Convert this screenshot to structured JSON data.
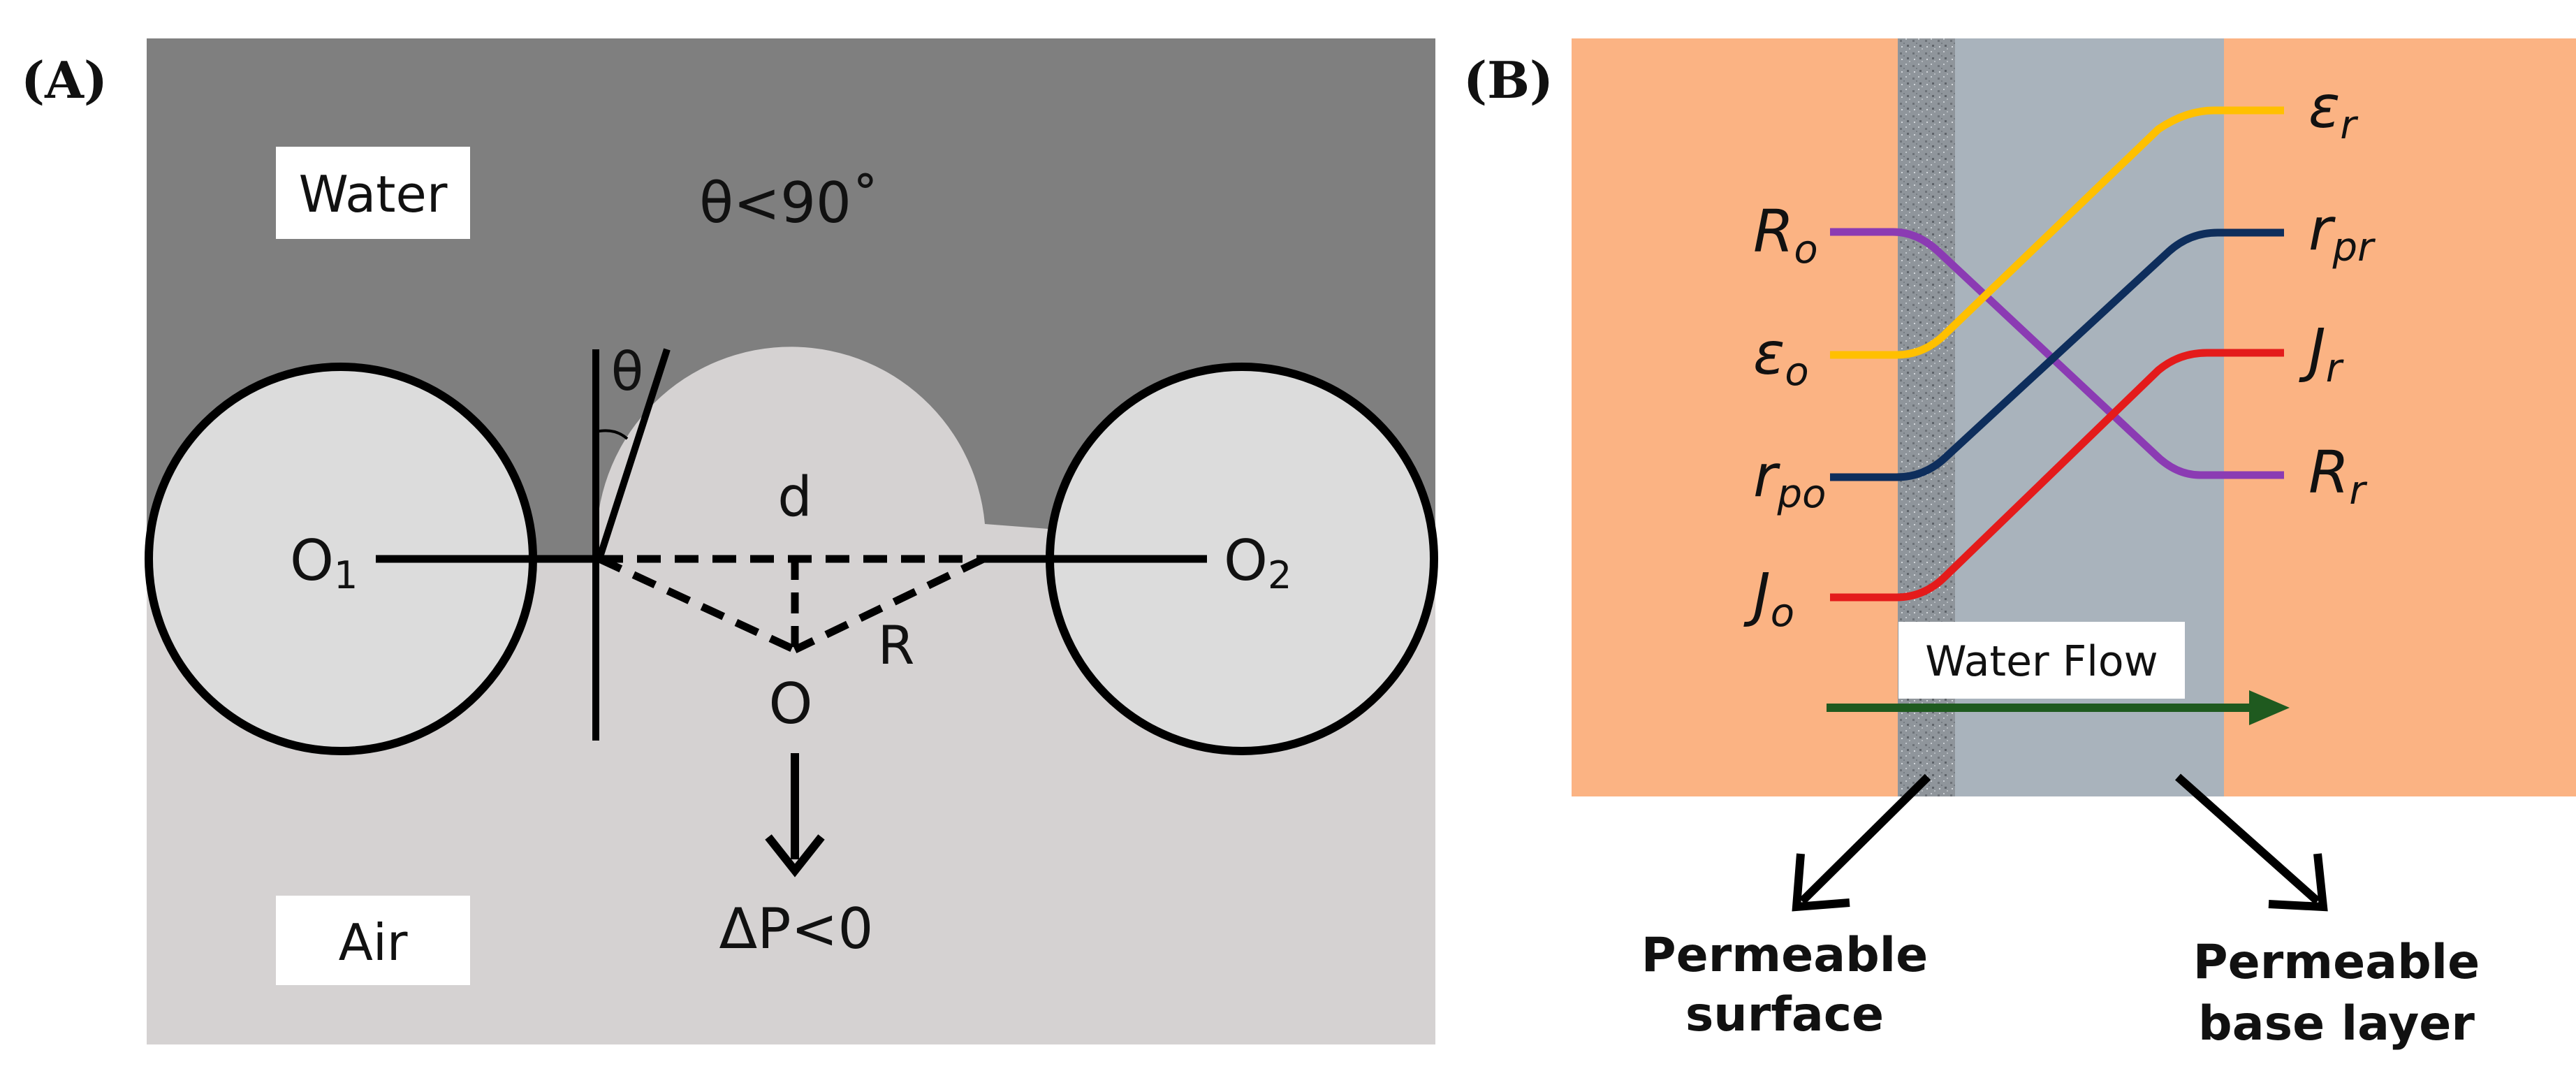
{
  "panel_a": {
    "label": "(A)",
    "water_label": "Water",
    "air_label": "Air",
    "angle_condition": "θ<90˚",
    "theta": "θ",
    "d": "d",
    "R": "R",
    "O": "O",
    "O1_main": "O",
    "O1_sub": "1",
    "O2_main": "O",
    "O2_sub": "2",
    "pressure": "ΔP<0",
    "colors": {
      "water": "#7f7f7f",
      "air": "#d5d2d2",
      "particle": "#dcdcdc"
    }
  },
  "panel_b": {
    "label": "(B)",
    "left_labels": [
      {
        "main": "R",
        "sub": "o"
      },
      {
        "main": "ε",
        "sub": "o"
      },
      {
        "main": "r",
        "sub": "po"
      },
      {
        "main": "J",
        "sub": "o"
      }
    ],
    "right_labels": [
      {
        "main": "ε",
        "sub": "r"
      },
      {
        "main": "r",
        "sub": "pr"
      },
      {
        "main": "J",
        "sub": "r"
      },
      {
        "main": "R",
        "sub": "r"
      }
    ],
    "water_flow": "Water Flow",
    "surface_label_line1": "Permeable",
    "surface_label_line2": "surface",
    "base_label_line1": "Permeable",
    "base_label_line2": "base layer",
    "colors": {
      "background": "#fbb383",
      "layer": "#a9b3bc",
      "surface_strip": "#8f959b",
      "R": "#8b3bb3",
      "epsilon": "#ffc000",
      "rp": "#0e2e5c",
      "J": "#e41b1b",
      "flow_arrow": "#1f5a1f"
    }
  }
}
